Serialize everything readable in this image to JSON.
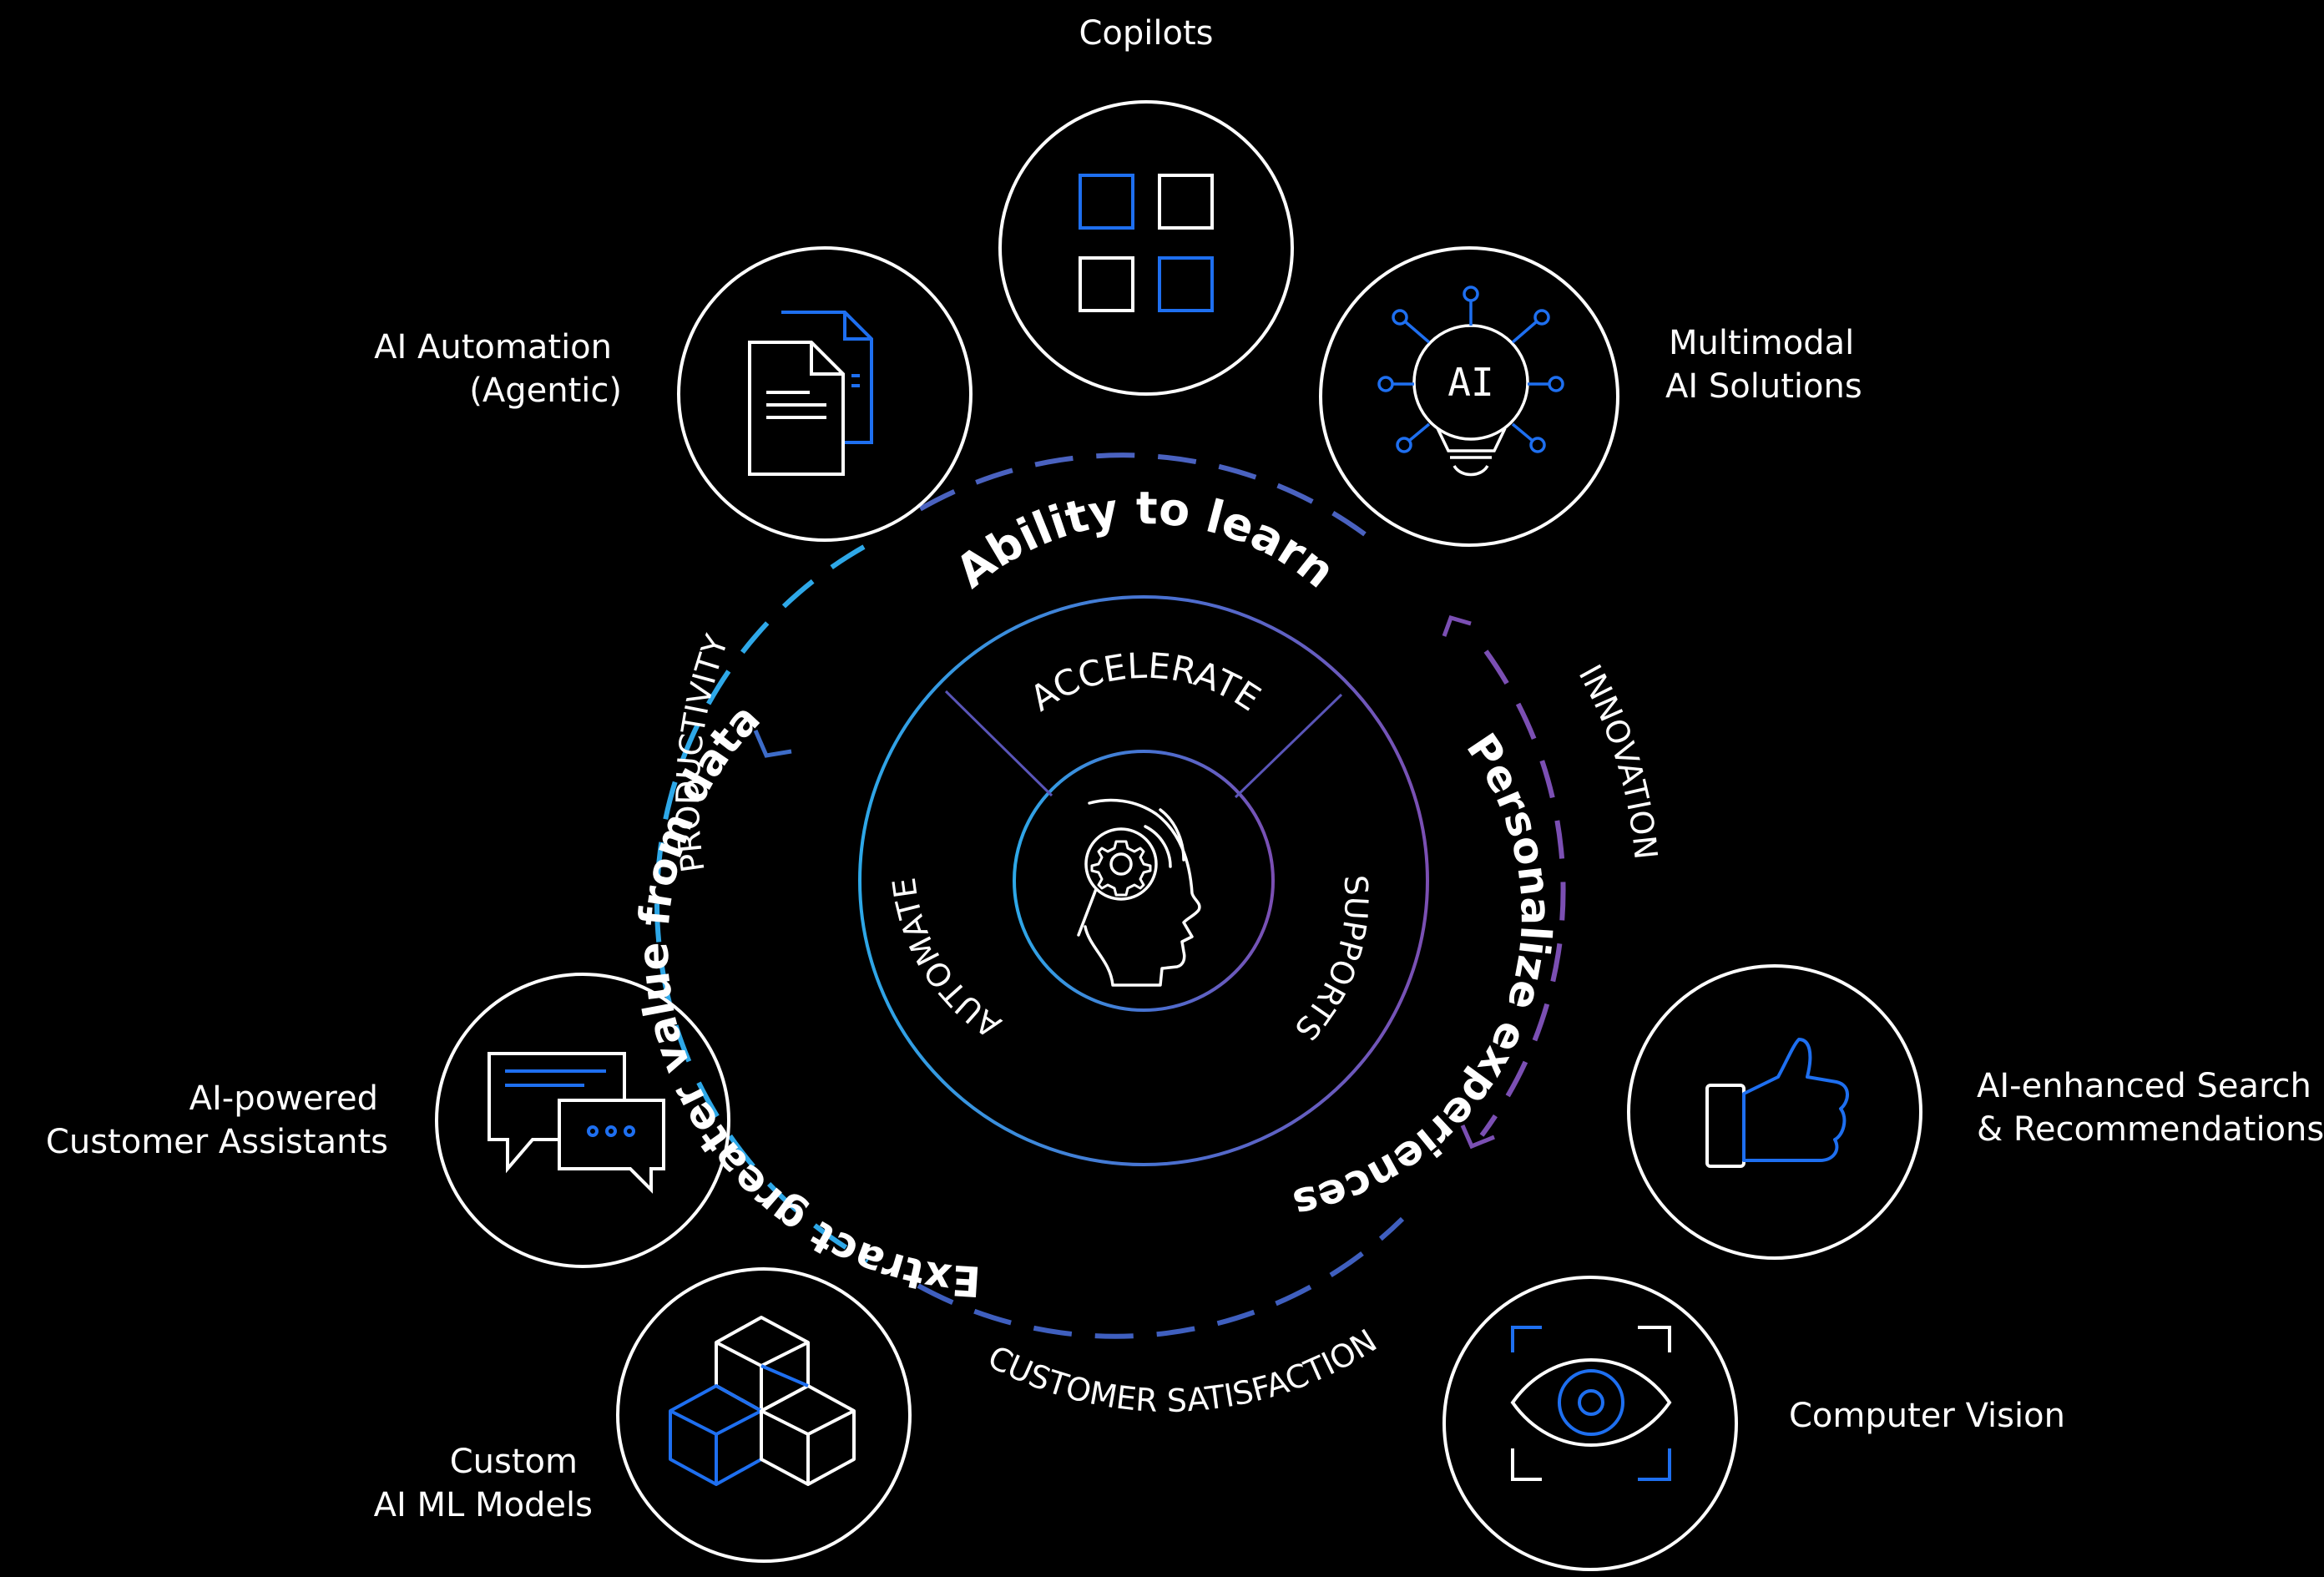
{
  "center": {
    "segments": {
      "top": "ACCELERATE",
      "left": "AUTOMATE",
      "right": "SUPPORTS"
    }
  },
  "dashed_ring": {
    "top": "Ability to learn",
    "left": "Extract greater value from data",
    "right": "Personalize experiences"
  },
  "outer_labels": {
    "productivity": "PRODUCTIVITY",
    "innovation": "INNOVATION",
    "customer_satisfaction": "CUSTOMER SATISFACTION"
  },
  "capabilities": {
    "copilots": {
      "line1": "Copilots"
    },
    "multimodal": {
      "line1": "Multimodal",
      "line2": "AI Solutions"
    },
    "automation": {
      "line1": "AI Automation",
      "line2": "(Agentic)"
    },
    "assistants": {
      "line1": "AI-powered",
      "line2": "Customer Assistants"
    },
    "search": {
      "line1": "AI-enhanced Search",
      "line2": "& Recommendations"
    },
    "vision": {
      "line1": "Computer Vision"
    },
    "models": {
      "line1": "Custom",
      "line2": "AI ML Models"
    },
    "ai_bulb_text": "AI"
  },
  "colors": {
    "background": "#000000",
    "white": "#ffffff",
    "blue": "#1e6ff0",
    "light_blue": "#2ea8e8",
    "purple": "#7b4fb3"
  },
  "icons": [
    "copilot-grid-icon",
    "ai-bulb-icon",
    "documents-icon",
    "chat-bubbles-icon",
    "thumbs-up-icon",
    "eye-scan-icon",
    "cubes-icon",
    "head-gear-icon"
  ]
}
